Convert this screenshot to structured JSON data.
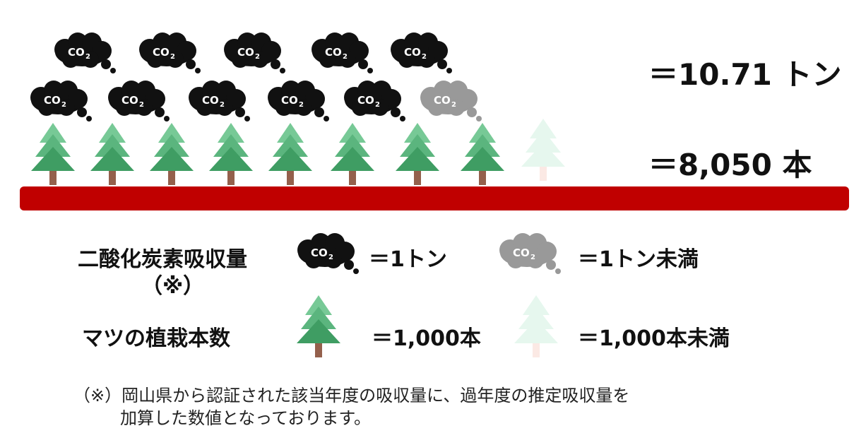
{
  "summary": {
    "co2_total": "＝10.71 トン",
    "trees_total": "＝8,050 本"
  },
  "diagram": {
    "co2_full_icons": 10,
    "co2_partial_icons": 1,
    "tree_full_icons": 8,
    "tree_partial_icons": 1,
    "co2_label_text": "CO",
    "co2_label_sub": "2",
    "icons": [
      "co2-cloud-icon",
      "pine-tree-icon"
    ]
  },
  "legend": {
    "co2_title": "二酸化炭素吸収量",
    "co2_title_note": "（※）",
    "co2_full": "＝1トン",
    "co2_partial": "＝1トン未満",
    "tree_title": "マツの植栽本数",
    "tree_full": "＝1,000本",
    "tree_partial": "＝1,000本未満"
  },
  "footnote": {
    "line1": "（※）岡山県から認証された該当年度の吸収量に、過年度の推定吸収量を",
    "line2": "加算した数値となっております。"
  },
  "colors": {
    "bar": "#c00000",
    "cloud_full": "#111111",
    "cloud_partial": "#999999",
    "tree_top": "#77c996",
    "tree_mid": "#5bb57e",
    "tree_bottom": "#3f9d63",
    "trunk": "#94604c",
    "tree_faded": "#e6f7ee",
    "trunk_faded": "#fbe9e4"
  }
}
